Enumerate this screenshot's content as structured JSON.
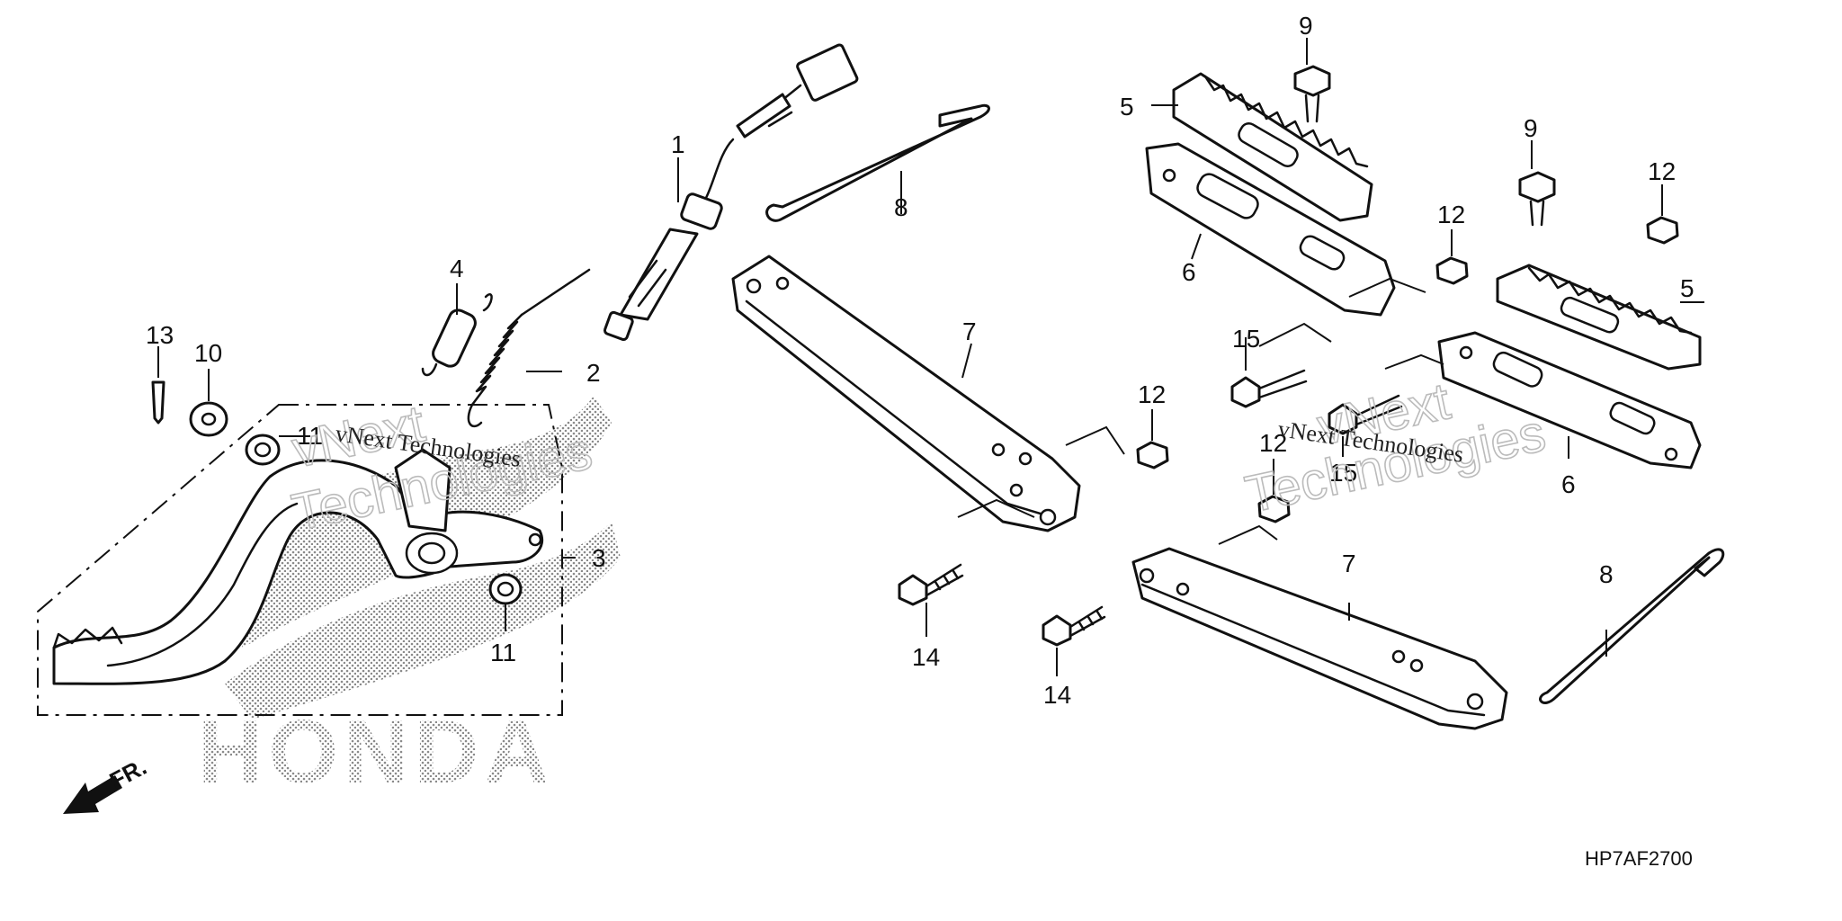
{
  "callouts": {
    "c1": "1",
    "c2": "2",
    "c3": "3",
    "c4": "4",
    "c5a": "5",
    "c5b": "5",
    "c6a": "6",
    "c6b": "6",
    "c7a": "7",
    "c7b": "7",
    "c8a": "8",
    "c8b": "8",
    "c9a": "9",
    "c9b": "9",
    "c10": "10",
    "c11a": "11",
    "c11b": "11",
    "c12a": "12",
    "c12b": "12",
    "c12c": "12",
    "c12d": "12",
    "c13": "13",
    "c14a": "14",
    "c14b": "14",
    "c15a": "15",
    "c15b": "15"
  },
  "watermark": {
    "line1": "vNext Technologies",
    "big1": "vNext",
    "big2": "Technologies"
  },
  "logo": {
    "text": "HONDA"
  },
  "direction": {
    "label": "FR."
  },
  "figure_code": "HP7AF2700"
}
